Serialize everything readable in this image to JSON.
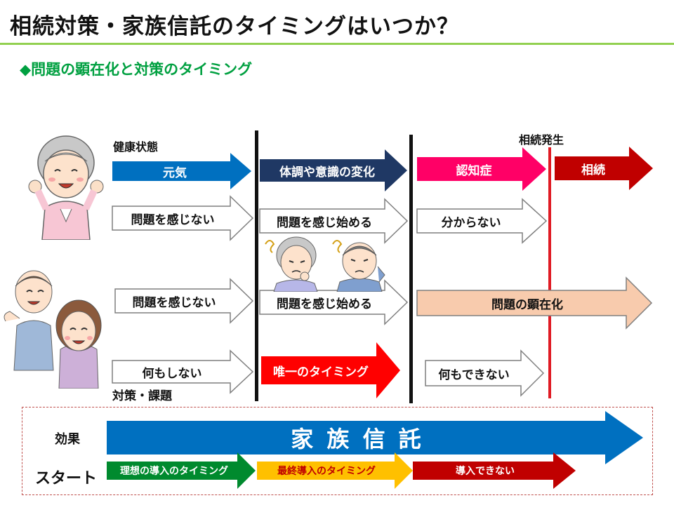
{
  "header": {
    "title": "相続対策・家族信託のタイミングはいつか？",
    "subtitle": "◆問題の顕在化と対策のタイミング"
  },
  "labels": {
    "health_status": "健康状態",
    "inheritance_occurs": "相続発生",
    "measures": "対策・課題",
    "effect": "効果",
    "start": "スタート"
  },
  "health_row": [
    {
      "text": "元気",
      "color": "#0070c0"
    },
    {
      "text": "体調や意識の変化",
      "color": "#1f3864"
    },
    {
      "text": "認知症",
      "color": "#ff0066"
    },
    {
      "text": "相続",
      "color": "#c00000"
    }
  ],
  "parent_row": [
    "問題を感じない",
    "問題を感じ始める",
    "分からない"
  ],
  "child_row": [
    "問題を感じない",
    "問題を感じ始める",
    "問題の顕在化"
  ],
  "measures_row": [
    {
      "text": "何もしない"
    },
    {
      "text": "唯一のタイミング",
      "color": "#ff0000"
    },
    {
      "text": "何もできない"
    }
  ],
  "effect_arrow": {
    "text": "家 族 信 託",
    "color": "#0070c0"
  },
  "start_row": [
    {
      "text": "理想の導入のタイミング",
      "color": "#008a2e"
    },
    {
      "text": "最終導入のタイミング",
      "color": "#ffc000",
      "text_color": "#c00000"
    },
    {
      "text": "導入できない",
      "color": "#c00000"
    }
  ]
}
